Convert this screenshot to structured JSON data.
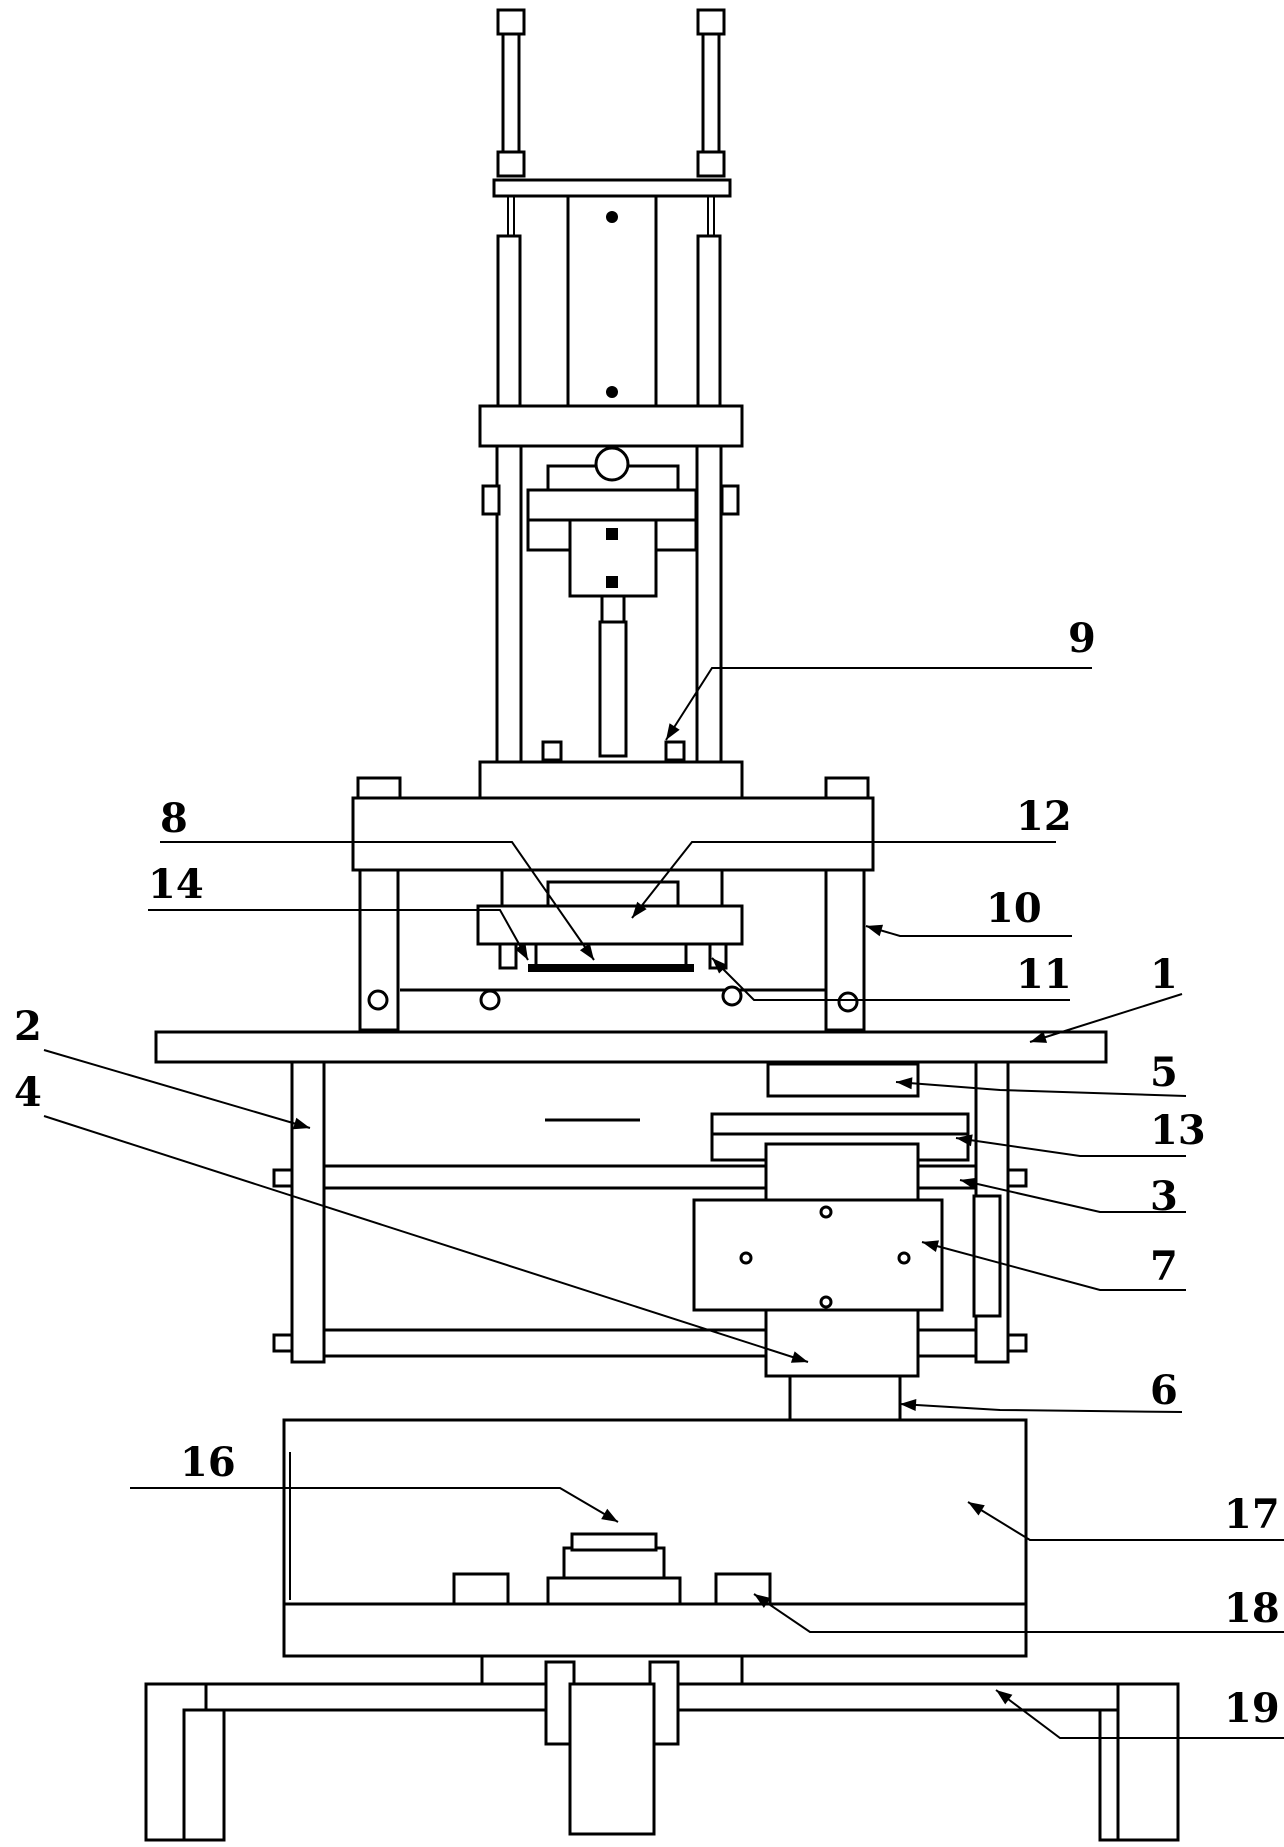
{
  "labels": [
    {
      "id": "1",
      "text": "1"
    },
    {
      "id": "2",
      "text": "2"
    },
    {
      "id": "3",
      "text": "3"
    },
    {
      "id": "4",
      "text": "4"
    },
    {
      "id": "5",
      "text": "5"
    },
    {
      "id": "6",
      "text": "6"
    },
    {
      "id": "7",
      "text": "7"
    },
    {
      "id": "8",
      "text": "8"
    },
    {
      "id": "9",
      "text": "9"
    },
    {
      "id": "10",
      "text": "10"
    },
    {
      "id": "11",
      "text": "11"
    },
    {
      "id": "12",
      "text": "12"
    },
    {
      "id": "13",
      "text": "13"
    },
    {
      "id": "14",
      "text": "14"
    },
    {
      "id": "16",
      "text": "16"
    },
    {
      "id": "17",
      "text": "17"
    },
    {
      "id": "18",
      "text": "18"
    },
    {
      "id": "19",
      "text": "19"
    }
  ]
}
